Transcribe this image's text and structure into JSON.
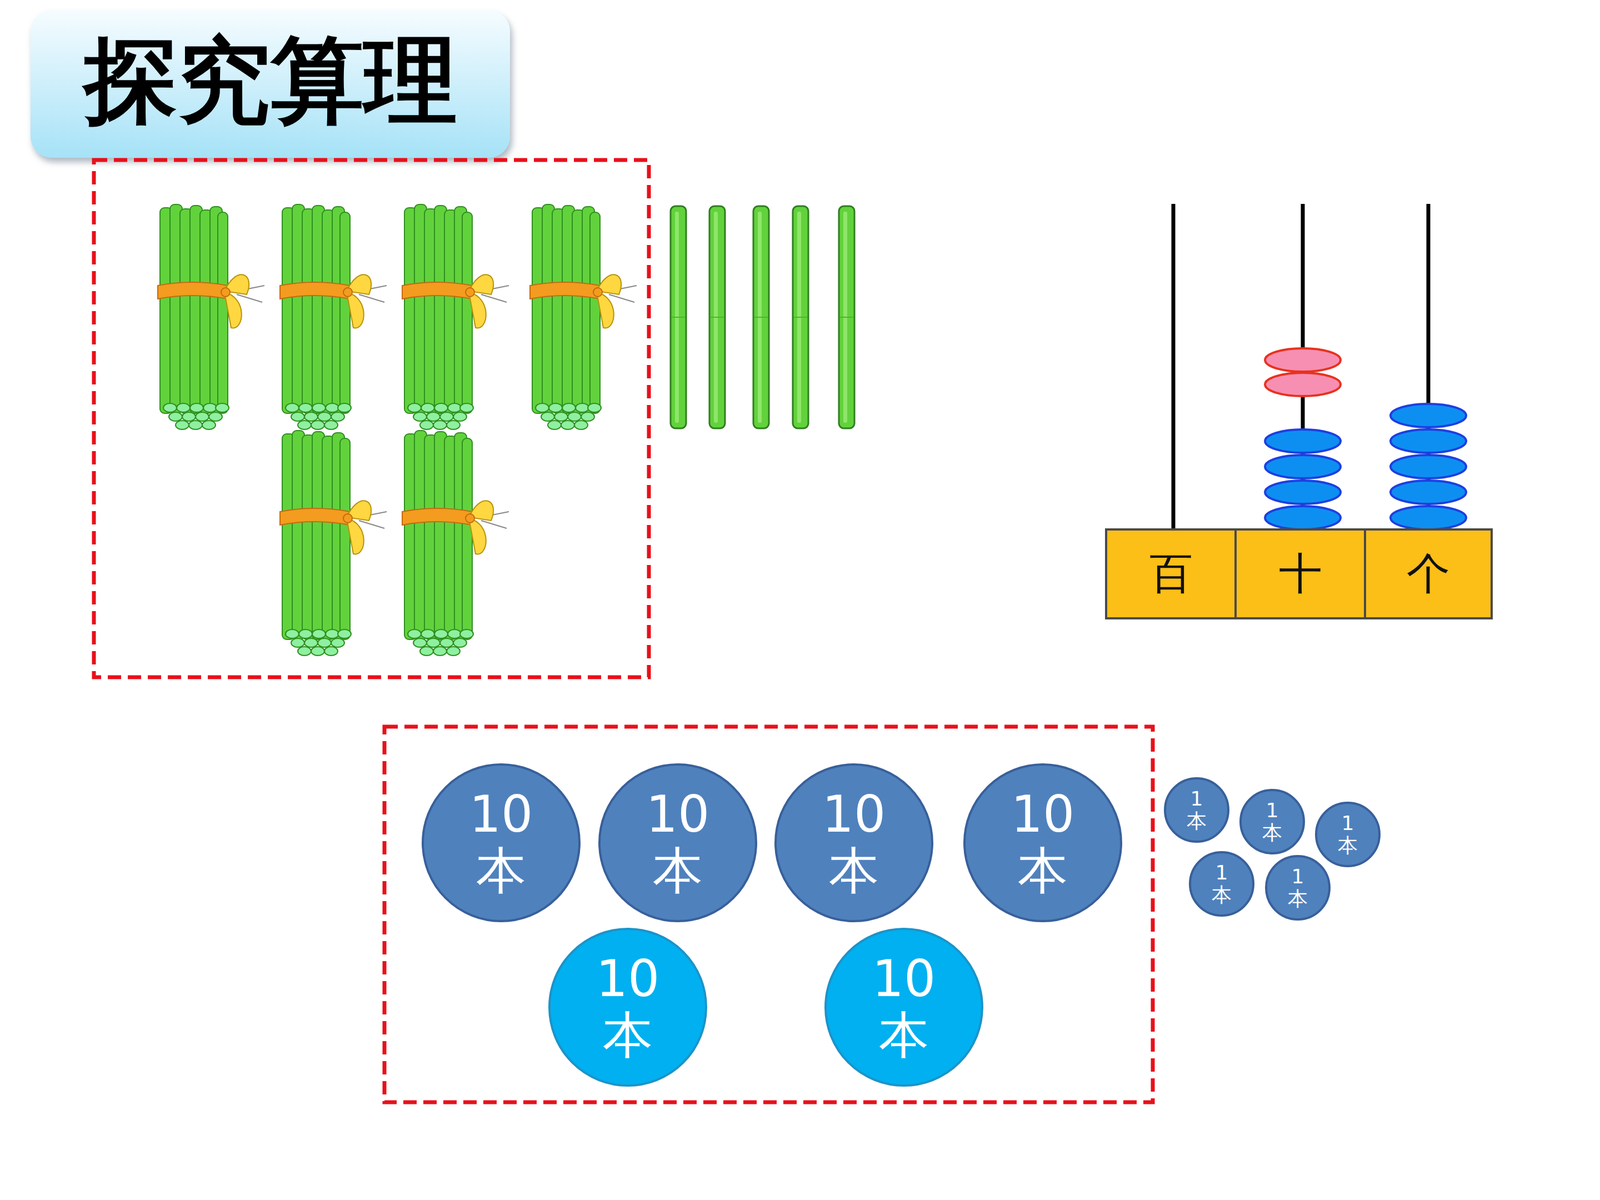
{
  "diagram": {
    "title": "探究算理",
    "nodes": [
      {
        "text": [
          "百"
        ]
      },
      {
        "text": [
          "十"
        ]
      },
      {
        "text": [
          "个"
        ]
      },
      {
        "text": [
          "10 本"
        ]
      },
      {
        "text": [
          "10 本"
        ]
      },
      {
        "text": [
          "10 本"
        ]
      },
      {
        "text": [
          "10 本"
        ]
      },
      {
        "text": [
          "10 本"
        ]
      },
      {
        "text": [
          "10 本"
        ]
      },
      {
        "text": [
          "1 本"
        ]
      },
      {
        "text": [
          "1 本"
        ]
      },
      {
        "text": [
          "1 本"
        ]
      },
      {
        "text": [
          "1 本"
        ]
      },
      {
        "text": [
          "1 本"
        ]
      }
    ]
  }
}
